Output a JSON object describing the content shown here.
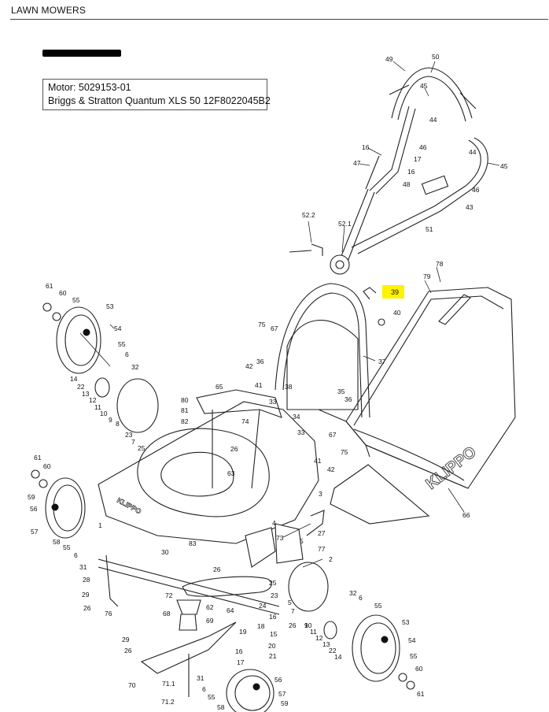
{
  "header": {
    "section_title": "LAWN MOWERS"
  },
  "motor_info": {
    "line1": "Motor: 5029153-01",
    "line2": "Briggs & Stratton Quantum XLS 50 12F8022045B2"
  },
  "highlighted_label": "39",
  "brand_on_catcher": "KLIPPO",
  "brand_on_deck": "KLIPPO",
  "part_labels": [
    {
      "id": "49",
      "t": "49"
    },
    {
      "id": "50",
      "t": "50"
    },
    {
      "id": "45a",
      "t": "45"
    },
    {
      "id": "44a",
      "t": "44"
    },
    {
      "id": "46a",
      "t": "46"
    },
    {
      "id": "16a",
      "t": "16"
    },
    {
      "id": "17a",
      "t": "17"
    },
    {
      "id": "16b",
      "t": "16"
    },
    {
      "id": "44b",
      "t": "44"
    },
    {
      "id": "45b",
      "t": "45"
    },
    {
      "id": "47",
      "t": "47"
    },
    {
      "id": "48",
      "t": "48"
    },
    {
      "id": "46b",
      "t": "46"
    },
    {
      "id": "43",
      "t": "43"
    },
    {
      "id": "51",
      "t": "51"
    },
    {
      "id": "52.2",
      "t": "52.2"
    },
    {
      "id": "52.1",
      "t": "52.1"
    },
    {
      "id": "78",
      "t": "78"
    },
    {
      "id": "79",
      "t": "79"
    },
    {
      "id": "40",
      "t": "40"
    },
    {
      "id": "37",
      "t": "37"
    },
    {
      "id": "75a",
      "t": "75"
    },
    {
      "id": "67a",
      "t": "67"
    },
    {
      "id": "42a",
      "t": "42"
    },
    {
      "id": "36a",
      "t": "36"
    },
    {
      "id": "41a",
      "t": "41"
    },
    {
      "id": "38",
      "t": "38"
    },
    {
      "id": "33a",
      "t": "33"
    },
    {
      "id": "34",
      "t": "34"
    },
    {
      "id": "35",
      "t": "35"
    },
    {
      "id": "36b",
      "t": "36"
    },
    {
      "id": "33b",
      "t": "33"
    },
    {
      "id": "67b",
      "t": "67"
    },
    {
      "id": "75b",
      "t": "75"
    },
    {
      "id": "41b",
      "t": "41"
    },
    {
      "id": "42b",
      "t": "42"
    },
    {
      "id": "66",
      "t": "66"
    },
    {
      "id": "61a",
      "t": "61"
    },
    {
      "id": "60a",
      "t": "60"
    },
    {
      "id": "55a",
      "t": "55"
    },
    {
      "id": "53a",
      "t": "53"
    },
    {
      "id": "54a",
      "t": "54"
    },
    {
      "id": "55b",
      "t": "55"
    },
    {
      "id": "6a",
      "t": "6"
    },
    {
      "id": "32a",
      "t": "32"
    },
    {
      "id": "14",
      "t": "14"
    },
    {
      "id": "22a",
      "t": "22"
    },
    {
      "id": "13a",
      "t": "13"
    },
    {
      "id": "12a",
      "t": "12"
    },
    {
      "id": "11a",
      "t": "11"
    },
    {
      "id": "10a",
      "t": "10"
    },
    {
      "id": "9a",
      "t": "9"
    },
    {
      "id": "8a",
      "t": "8"
    },
    {
      "id": "23a",
      "t": "23"
    },
    {
      "id": "7a",
      "t": "7"
    },
    {
      "id": "25a",
      "t": "25"
    },
    {
      "id": "80",
      "t": "80"
    },
    {
      "id": "81",
      "t": "81"
    },
    {
      "id": "82",
      "t": "82"
    },
    {
      "id": "65",
      "t": "65"
    },
    {
      "id": "74",
      "t": "74"
    },
    {
      "id": "26a",
      "t": "26"
    },
    {
      "id": "63",
      "t": "63"
    },
    {
      "id": "61b",
      "t": "61"
    },
    {
      "id": "60b",
      "t": "60"
    },
    {
      "id": "59a",
      "t": "59"
    },
    {
      "id": "56a",
      "t": "56"
    },
    {
      "id": "57a",
      "t": "57"
    },
    {
      "id": "58a",
      "t": "58"
    },
    {
      "id": "55c",
      "t": "55"
    },
    {
      "id": "6b",
      "t": "6"
    },
    {
      "id": "1",
      "t": "1"
    },
    {
      "id": "31a",
      "t": "31"
    },
    {
      "id": "3",
      "t": "3"
    },
    {
      "id": "4",
      "t": "4"
    },
    {
      "id": "73",
      "t": "73"
    },
    {
      "id": "27",
      "t": "27"
    },
    {
      "id": "77",
      "t": "77"
    },
    {
      "id": "5a",
      "t": "5"
    },
    {
      "id": "2",
      "t": "2"
    },
    {
      "id": "83",
      "t": "83"
    },
    {
      "id": "30",
      "t": "30"
    },
    {
      "id": "28",
      "t": "28"
    },
    {
      "id": "29a",
      "t": "29"
    },
    {
      "id": "26b",
      "t": "26"
    },
    {
      "id": "76",
      "t": "76"
    },
    {
      "id": "26c",
      "t": "26"
    },
    {
      "id": "25b",
      "t": "25"
    },
    {
      "id": "23b",
      "t": "23"
    },
    {
      "id": "72",
      "t": "72"
    },
    {
      "id": "68",
      "t": "68"
    },
    {
      "id": "62",
      "t": "62"
    },
    {
      "id": "64",
      "t": "64"
    },
    {
      "id": "24",
      "t": "24"
    },
    {
      "id": "16c",
      "t": "16"
    },
    {
      "id": "5b",
      "t": "5"
    },
    {
      "id": "7b",
      "t": "7"
    },
    {
      "id": "9b",
      "t": "9"
    },
    {
      "id": "26d",
      "t": "26"
    },
    {
      "id": "32b",
      "t": "32"
    },
    {
      "id": "6c",
      "t": "6"
    },
    {
      "id": "55d",
      "t": "55"
    },
    {
      "id": "53b",
      "t": "53"
    },
    {
      "id": "54b",
      "t": "54"
    },
    {
      "id": "10b",
      "t": "10"
    },
    {
      "id": "11b",
      "t": "11"
    },
    {
      "id": "12b",
      "t": "12"
    },
    {
      "id": "13b",
      "t": "13"
    },
    {
      "id": "22b",
      "t": "22"
    },
    {
      "id": "14b",
      "t": "14"
    },
    {
      "id": "29b",
      "t": "29"
    },
    {
      "id": "26e",
      "t": "26"
    },
    {
      "id": "69",
      "t": "69"
    },
    {
      "id": "19",
      "t": "19"
    },
    {
      "id": "18",
      "t": "18"
    },
    {
      "id": "15",
      "t": "15"
    },
    {
      "id": "20",
      "t": "20"
    },
    {
      "id": "16d",
      "t": "16"
    },
    {
      "id": "17b",
      "t": "17"
    },
    {
      "id": "21",
      "t": "21"
    },
    {
      "id": "55e",
      "t": "55"
    },
    {
      "id": "60c",
      "t": "60"
    },
    {
      "id": "61c",
      "t": "61"
    },
    {
      "id": "70",
      "t": "70"
    },
    {
      "id": "71.1",
      "t": "71.1"
    },
    {
      "id": "71.2",
      "t": "71.2"
    },
    {
      "id": "31b",
      "t": "31"
    },
    {
      "id": "6d",
      "t": "6"
    },
    {
      "id": "55f",
      "t": "55"
    },
    {
      "id": "56b",
      "t": "56"
    },
    {
      "id": "57b",
      "t": "57"
    },
    {
      "id": "58b",
      "t": "58"
    },
    {
      "id": "59b",
      "t": "59"
    }
  ]
}
